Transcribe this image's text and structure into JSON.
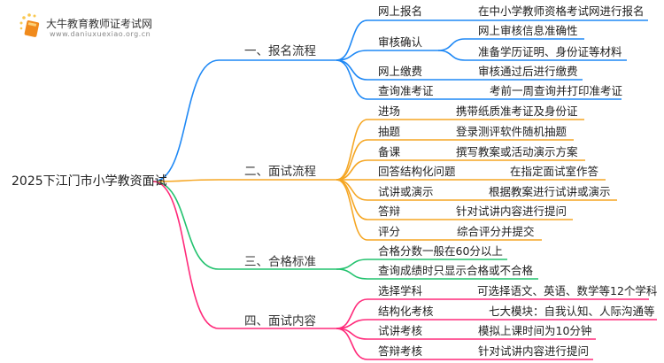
{
  "logo": {
    "title": "大牛教育教师证考试网",
    "url": "www.daniuxuexiao.org.cn"
  },
  "root": "2025下江门市小学教资面试",
  "colors": {
    "b1": "#1e88f5",
    "b2": "#f5a623",
    "b3": "#22c26e",
    "b4": "#ff2a7a"
  },
  "branches": [
    {
      "label": "一、报名流程",
      "items": [
        {
          "label": "网上报名",
          "leaves": [
            "在中小学教师资格考试网进行报名"
          ]
        },
        {
          "label": "审核确认",
          "leaves": [
            "网上审核信息准确性",
            "准备学历证明、身份证等材料"
          ]
        },
        {
          "label": "网上缴费",
          "leaves": [
            "审核通过后进行缴费"
          ]
        },
        {
          "label": "查询准考证",
          "leaves": [
            "考前一周查询并打印准考证"
          ]
        }
      ]
    },
    {
      "label": "二、面试流程",
      "items": [
        {
          "label": "进场",
          "leaves": [
            "携带纸质准考证及身份证"
          ]
        },
        {
          "label": "抽题",
          "leaves": [
            "登录测评软件随机抽题"
          ]
        },
        {
          "label": "备课",
          "leaves": [
            "撰写教案或活动演示方案"
          ]
        },
        {
          "label": "回答结构化问题",
          "leaves": [
            "在指定面试室作答"
          ]
        },
        {
          "label": "试讲或演示",
          "leaves": [
            "根据教案进行试讲或演示"
          ]
        },
        {
          "label": "答辩",
          "leaves": [
            "针对试讲内容进行提问"
          ]
        },
        {
          "label": "评分",
          "leaves": [
            "综合评分并提交"
          ]
        }
      ]
    },
    {
      "label": "三、合格标准",
      "items": [
        {
          "label": "合格分数一般在60分以上"
        },
        {
          "label": "查询成绩时只显示合格或不合格"
        }
      ]
    },
    {
      "label": "四、面试内容",
      "items": [
        {
          "label": "选择学科",
          "leaves": [
            "可选择语文、英语、数学等12个学科"
          ]
        },
        {
          "label": "结构化考核",
          "leaves": [
            "七大模块：自我认知、人际沟通等"
          ]
        },
        {
          "label": "试讲考核",
          "leaves": [
            "模拟上课时间为10分钟"
          ]
        },
        {
          "label": "答辩考核",
          "leaves": [
            "针对试讲内容进行提问"
          ]
        }
      ]
    }
  ]
}
